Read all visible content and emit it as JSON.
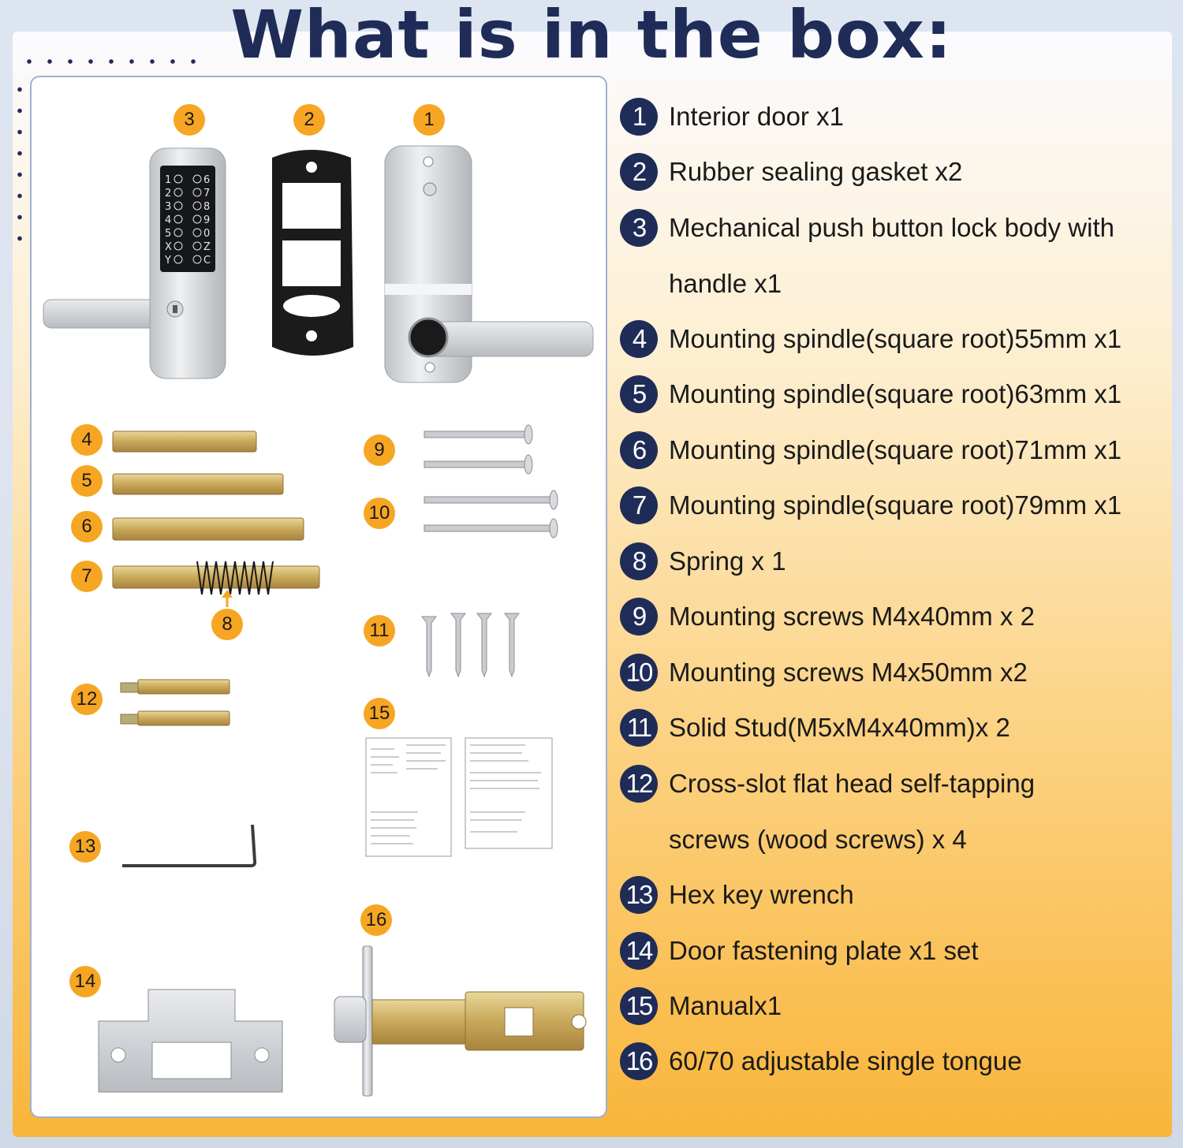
{
  "title": "What is in the box:",
  "items": [
    {
      "num": "1",
      "text": "Interior door x1"
    },
    {
      "num": "2",
      "text": "Rubber sealing gasket x2"
    },
    {
      "num": "3",
      "text": "Mechanical push button lock body with",
      "cont": "handle x1"
    },
    {
      "num": "4",
      "text": "Mounting spindle(square root)55mm x1"
    },
    {
      "num": "5",
      "text": "Mounting spindle(square root)63mm x1"
    },
    {
      "num": "6",
      "text": "Mounting spindle(square root)71mm x1"
    },
    {
      "num": "7",
      "text": "Mounting spindle(square root)79mm x1"
    },
    {
      "num": "8",
      "text": "Spring x 1"
    },
    {
      "num": "9",
      "text": "Mounting screws M4x40mm x 2"
    },
    {
      "num": "10",
      "text": "Mounting screws M4x50mm x2"
    },
    {
      "num": "11",
      "text": "Solid Stud(M5xM4x40mm)x 2"
    },
    {
      "num": "12",
      "text": "Cross-slot flat head self-tapping",
      "cont": "screws (wood screws) x 4"
    },
    {
      "num": "13",
      "text": "Hex key wrench"
    },
    {
      "num": "14",
      "text": "Door fastening plate x1 set"
    },
    {
      "num": "15",
      "text": "Manualx1"
    },
    {
      "num": "16",
      "text": "60/70 adjustable single tongue"
    }
  ],
  "keypad_left": [
    "1",
    "2",
    "3",
    "4",
    "5",
    "X",
    "Y"
  ],
  "keypad_right": [
    "6",
    "7",
    "8",
    "9",
    "0",
    "Z",
    "C"
  ],
  "colors": {
    "navy": "#1f2c57",
    "orange": "#f6a623",
    "brass": "#c9a85a"
  }
}
